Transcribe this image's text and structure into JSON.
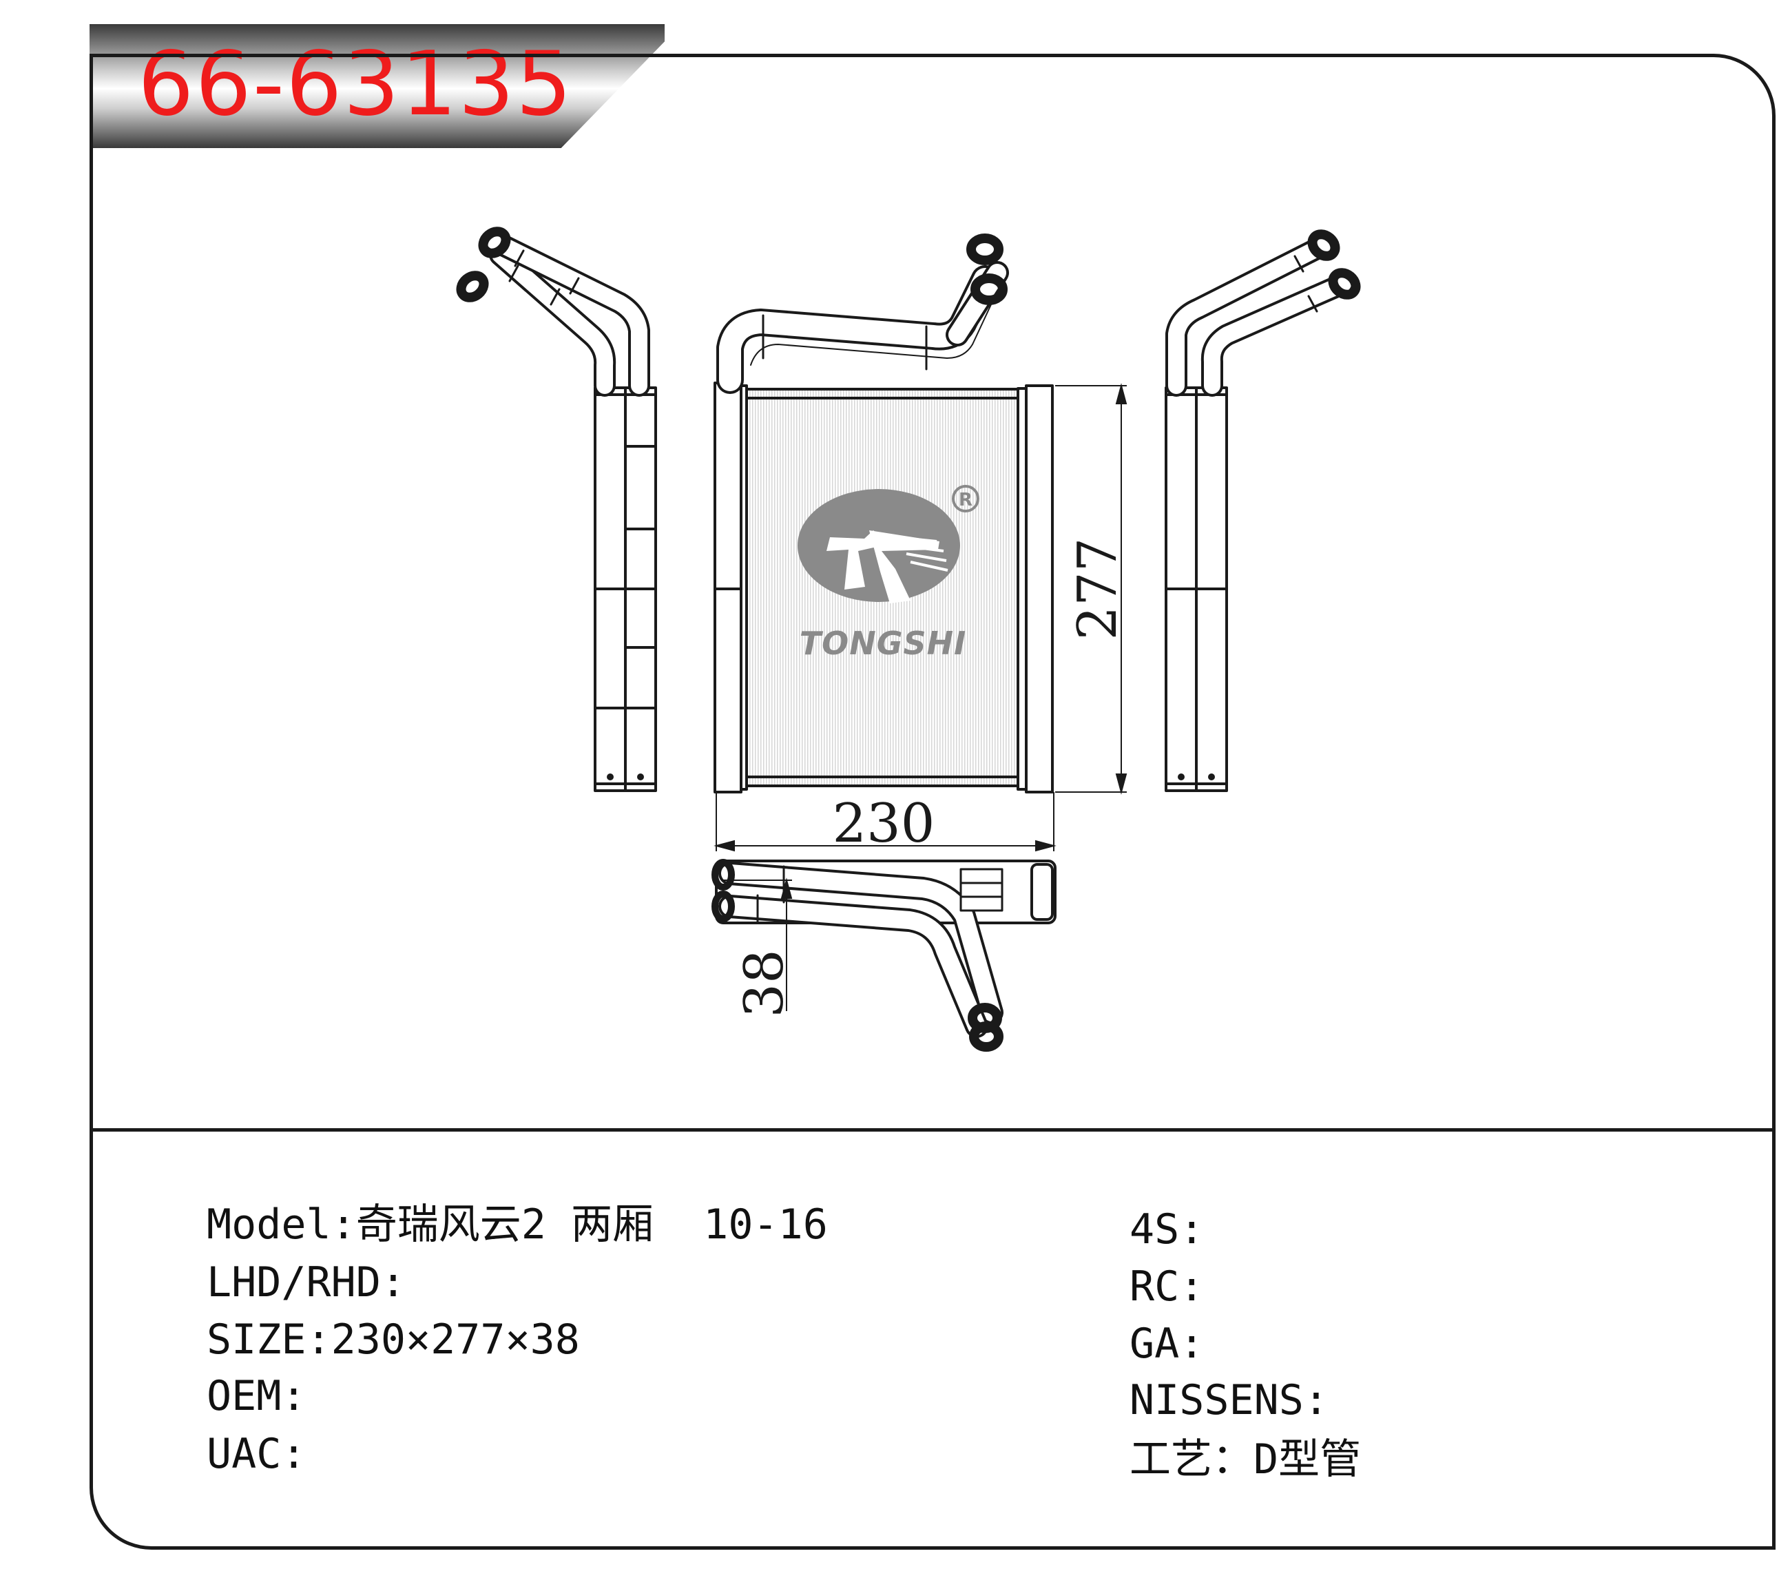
{
  "part_number": "66-63135",
  "brand": "TONGSHI",
  "registered_mark": "R",
  "dimensions": {
    "width": "230",
    "height": "277",
    "depth": "38"
  },
  "specs_left": [
    {
      "label": "Model:",
      "value": "奇瑞风云2 两厢  10-16"
    },
    {
      "label": "LHD/RHD:",
      "value": ""
    },
    {
      "label": "SIZE:",
      "value": "230×277×38"
    },
    {
      "label": "OEM:",
      "value": ""
    },
    {
      "label": "UAC:",
      "value": ""
    }
  ],
  "specs_right": [
    {
      "label": "4S:",
      "value": ""
    },
    {
      "label": "RC:",
      "value": ""
    },
    {
      "label": "GA:",
      "value": ""
    },
    {
      "label": "NISSENS:",
      "value": ""
    },
    {
      "label": "工艺：",
      "value": "D型管"
    }
  ],
  "colors": {
    "part_number": "#ef1c1c",
    "line": "#1a1a1a",
    "logo": "#8a8a8a"
  }
}
